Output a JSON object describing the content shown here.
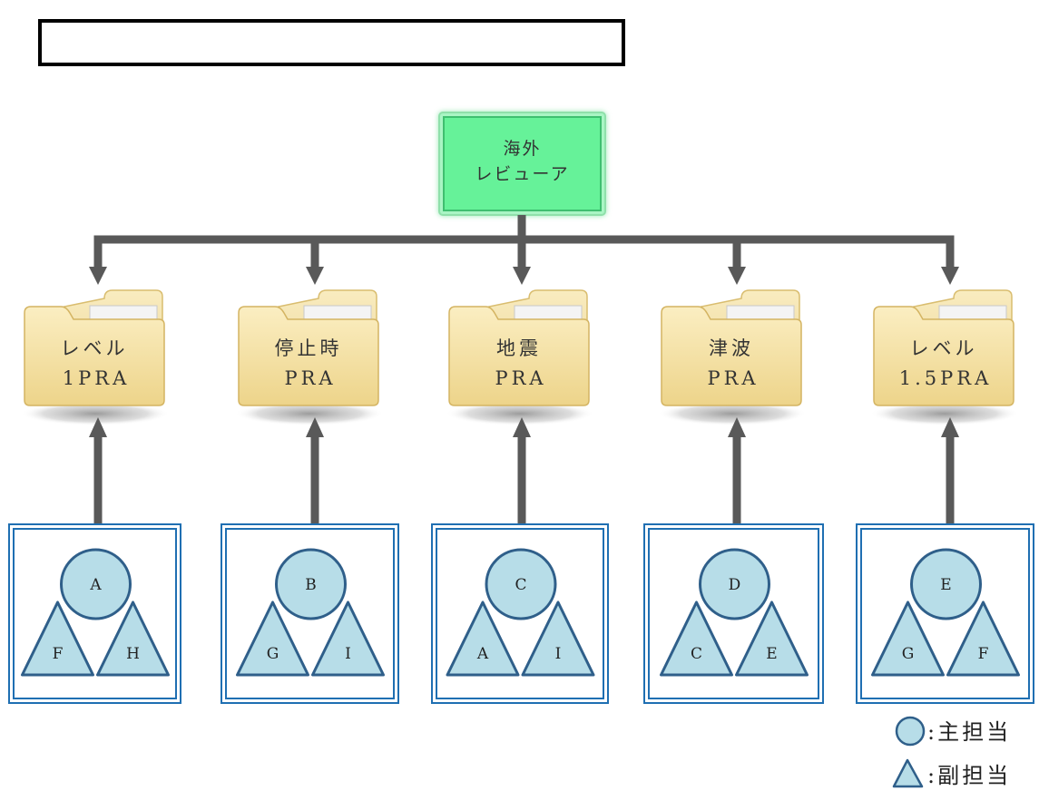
{
  "title_box": {
    "text": ""
  },
  "reviewer": {
    "line1": "海外",
    "line2": "レビューア"
  },
  "folders": [
    {
      "line1": "レベル",
      "line2": "1PRA"
    },
    {
      "line1": "停止時",
      "line2": "PRA"
    },
    {
      "line1": "地震",
      "line2": "PRA"
    },
    {
      "line1": "津波",
      "line2": "PRA"
    },
    {
      "line1": "レベル",
      "line2": "1.5PRA"
    }
  ],
  "teams": [
    {
      "main": "A",
      "sub_left": "F",
      "sub_right": "H"
    },
    {
      "main": "B",
      "sub_left": "G",
      "sub_right": "I"
    },
    {
      "main": "C",
      "sub_left": "A",
      "sub_right": "I"
    },
    {
      "main": "D",
      "sub_left": "C",
      "sub_right": "E"
    },
    {
      "main": "E",
      "sub_left": "G",
      "sub_right": "F"
    }
  ],
  "legend": {
    "circle_label": ":主担当",
    "triangle_label": ":副担当"
  },
  "colors": {
    "arrow": "#595959",
    "reviewer_fill": "#66f299",
    "reviewer_border": "#40c070",
    "member_fill": "#b7dde8",
    "member_stroke": "#2f5f8a",
    "team_border": "#1f6fb2",
    "folder_body": "#f5e3a0",
    "folder_tab": "#f8e8b3"
  }
}
